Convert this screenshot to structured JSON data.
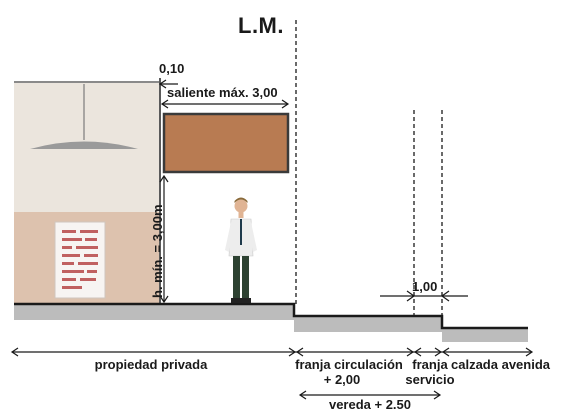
{
  "diagram": {
    "title": "L.M.",
    "labels": {
      "offset": "0,10",
      "overhang": "saliente máx. 3,00",
      "min_height": "h. mín. = 3,00m",
      "service_width": "1,00",
      "private_property": "propiedad privada",
      "circulation_strip_1": "franja circulación",
      "circulation_strip_2": "+ 2,00",
      "service_strip_1": "franja",
      "service_strip_2": "servicio",
      "avenue_road": "calzada avenida",
      "sidewalk": "vereda + 2.50"
    },
    "colors": {
      "wall_light": "#ebe5dd",
      "wall_warm": "#ddc2ae",
      "sign_fill": "#b87b52",
      "sign_border": "#3a3a3a",
      "ground": "#bcbcbc",
      "line": "#1a1a1a"
    }
  }
}
